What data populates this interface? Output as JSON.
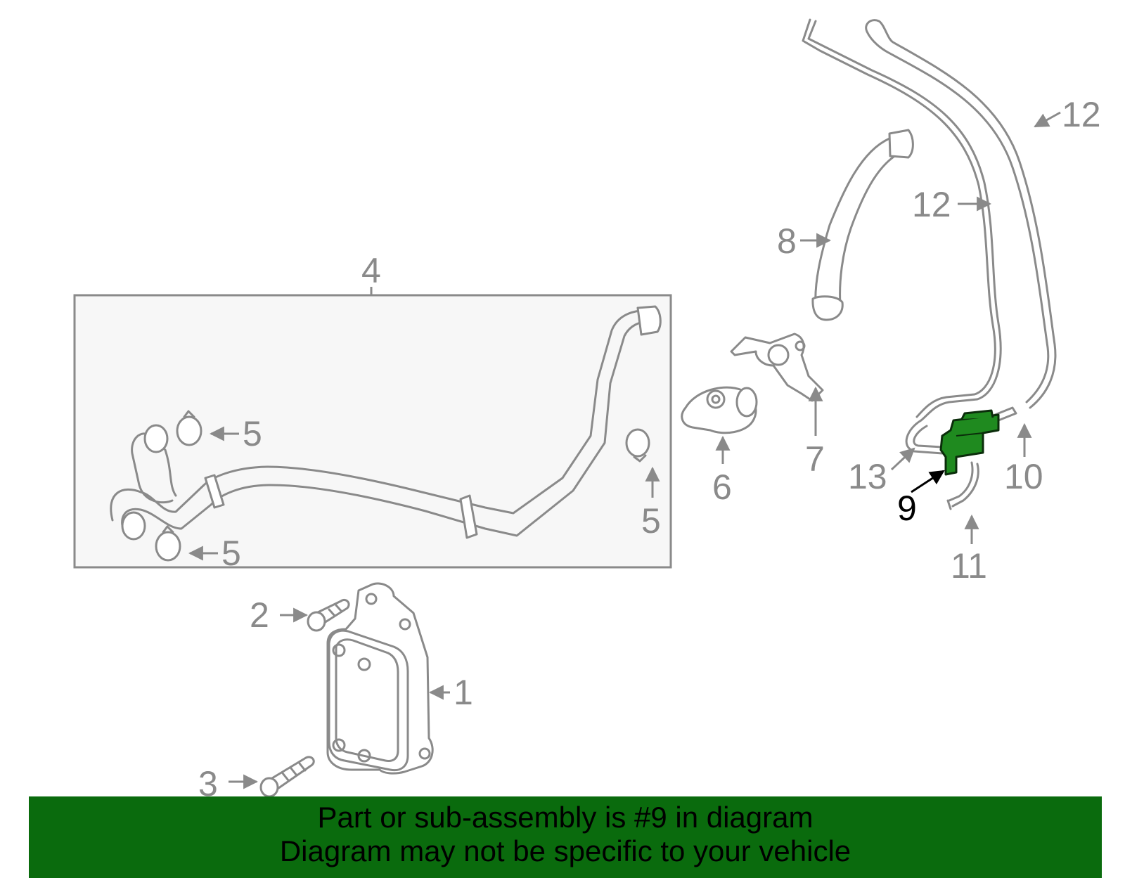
{
  "diagram": {
    "callouts": {
      "c1": "1",
      "c2": "2",
      "c3": "3",
      "c4": "4",
      "c5a": "5",
      "c5b": "5",
      "c5c": "5",
      "c6": "6",
      "c7": "7",
      "c8": "8",
      "c9": "9",
      "c10": "10",
      "c11": "11",
      "c12a": "12",
      "c12b": "12",
      "c13": "13"
    },
    "highlight_color": "#1f8a1f",
    "line_color": "#8a8a8a"
  },
  "caption": {
    "line1": "Part or sub-assembly is #9 in diagram",
    "line2": "Diagram may not be specific to your vehicle",
    "background": "#0a6b0d"
  }
}
